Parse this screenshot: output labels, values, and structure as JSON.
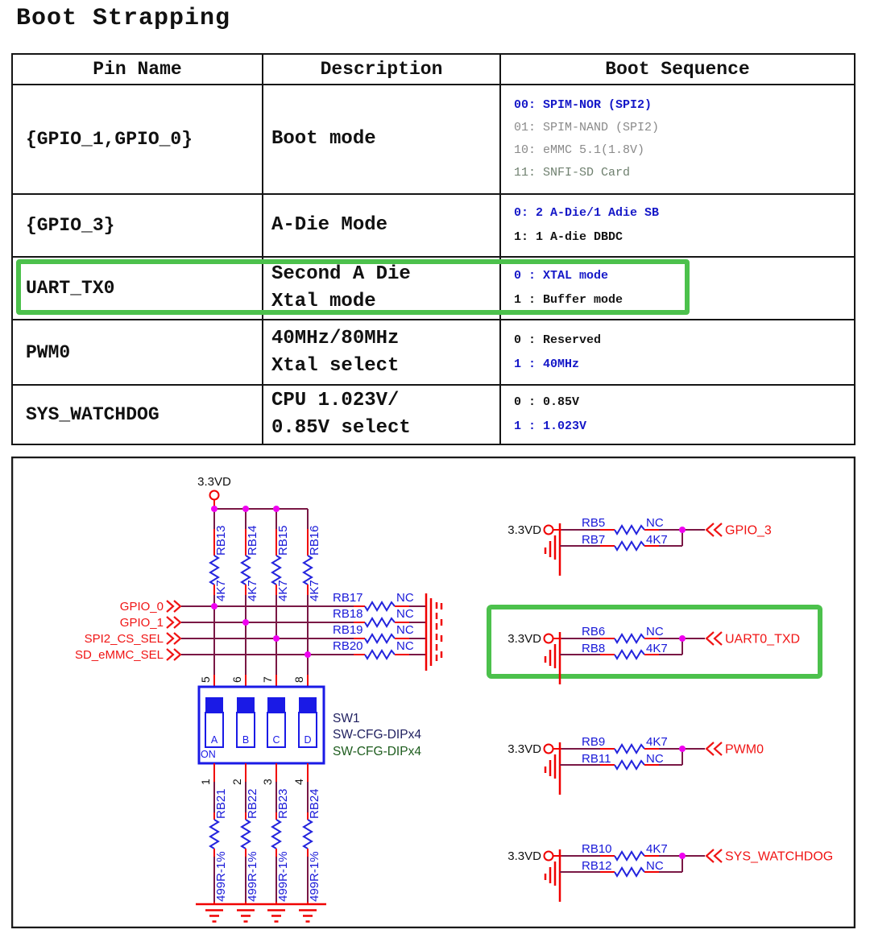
{
  "title": "Boot Strapping",
  "table": {
    "headers": [
      "Pin Name",
      "Description",
      "Boot Sequence"
    ],
    "rows": [
      {
        "pin": "{GPIO_1,GPIO_0}",
        "desc": [
          "Boot mode"
        ],
        "seq": [
          "00: SPIM-NOR (SPI2)",
          "01: SPIM-NAND (SPI2)",
          "10: eMMC 5.1(1.8V)",
          "11: SNFI-SD Card"
        ]
      },
      {
        "pin": "{GPIO_3}",
        "desc": [
          "A-Die Mode"
        ],
        "seq": [
          "0: 2 A-Die/1 Adie SB",
          "1: 1 A-die DBDC"
        ]
      },
      {
        "pin": "UART_TX0",
        "desc": [
          "Second A Die",
          "Xtal mode"
        ],
        "seq": [
          "0 : XTAL mode",
          "1 : Buffer mode"
        ],
        "highlighted": true
      },
      {
        "pin": "PWM0",
        "desc": [
          "40MHz/80MHz",
          "Xtal select"
        ],
        "seq": [
          "0 : Reserved",
          "1 : 40MHz"
        ]
      },
      {
        "pin": "SYS_WATCHDOG",
        "desc": [
          "CPU 1.023V/",
          "0.85V select"
        ],
        "seq": [
          "0 : 0.85V",
          "1 : 1.023V"
        ]
      }
    ]
  },
  "schematic": {
    "power": "3.3VD",
    "pullups": [
      {
        "ref": "RB13",
        "val": "4K7"
      },
      {
        "ref": "RB14",
        "val": "4K7"
      },
      {
        "ref": "RB15",
        "val": "4K7"
      },
      {
        "ref": "RB16",
        "val": "4K7"
      }
    ],
    "nets": [
      "GPIO_0",
      "GPIO_1",
      "SPI2_CS_SEL",
      "SD_eMMC_SEL"
    ],
    "series": [
      {
        "ref": "RB17",
        "val": "NC"
      },
      {
        "ref": "RB18",
        "val": "NC"
      },
      {
        "ref": "RB19",
        "val": "NC"
      },
      {
        "ref": "RB20",
        "val": "NC"
      }
    ],
    "top_pins": [
      "5",
      "6",
      "7",
      "8"
    ],
    "bottom_pins": [
      "1",
      "2",
      "3",
      "4"
    ],
    "pulldowns": [
      {
        "ref": "RB21",
        "val": "499R-1%"
      },
      {
        "ref": "RB22",
        "val": "499R-1%"
      },
      {
        "ref": "RB23",
        "val": "499R-1%"
      },
      {
        "ref": "RB24",
        "val": "499R-1%"
      }
    ],
    "dip": {
      "ref": "SW1",
      "part1": "SW-CFG-DIPx4",
      "part2": "SW-CFG-DIPx4",
      "on_label": "ON",
      "positions": [
        "A",
        "B",
        "C",
        "D"
      ]
    },
    "circuits": [
      {
        "top_ref": "RB5",
        "top_val": "NC",
        "bot_ref": "RB7",
        "bot_val": "4K7",
        "net": "GPIO_3",
        "highlighted": false
      },
      {
        "top_ref": "RB6",
        "top_val": "NC",
        "bot_ref": "RB8",
        "bot_val": "4K7",
        "net": "UART0_TXD",
        "highlighted": true
      },
      {
        "top_ref": "RB9",
        "top_val": "4K7",
        "bot_ref": "RB11",
        "bot_val": "NC",
        "net": "PWM0",
        "highlighted": false
      },
      {
        "top_ref": "RB10",
        "top_val": "4K7",
        "bot_ref": "RB12",
        "bot_val": "NC",
        "net": "SYS_WATCHDOG",
        "highlighted": false
      }
    ]
  },
  "colors": {
    "highlight_green": "#4cc14c",
    "wire_maroon": "#7a1845",
    "lead_red": "#f00000",
    "component_blue": "#2323dd",
    "label_blue": "#1818d8",
    "junction_magenta": "#f000f0",
    "net_red": "#f01414",
    "table_blue": "#1518c8",
    "table_gray": "#8a8a8a",
    "table_graygreen": "#6f806f",
    "sw_navy": "#202060",
    "sw_green": "#1d5c1d"
  }
}
